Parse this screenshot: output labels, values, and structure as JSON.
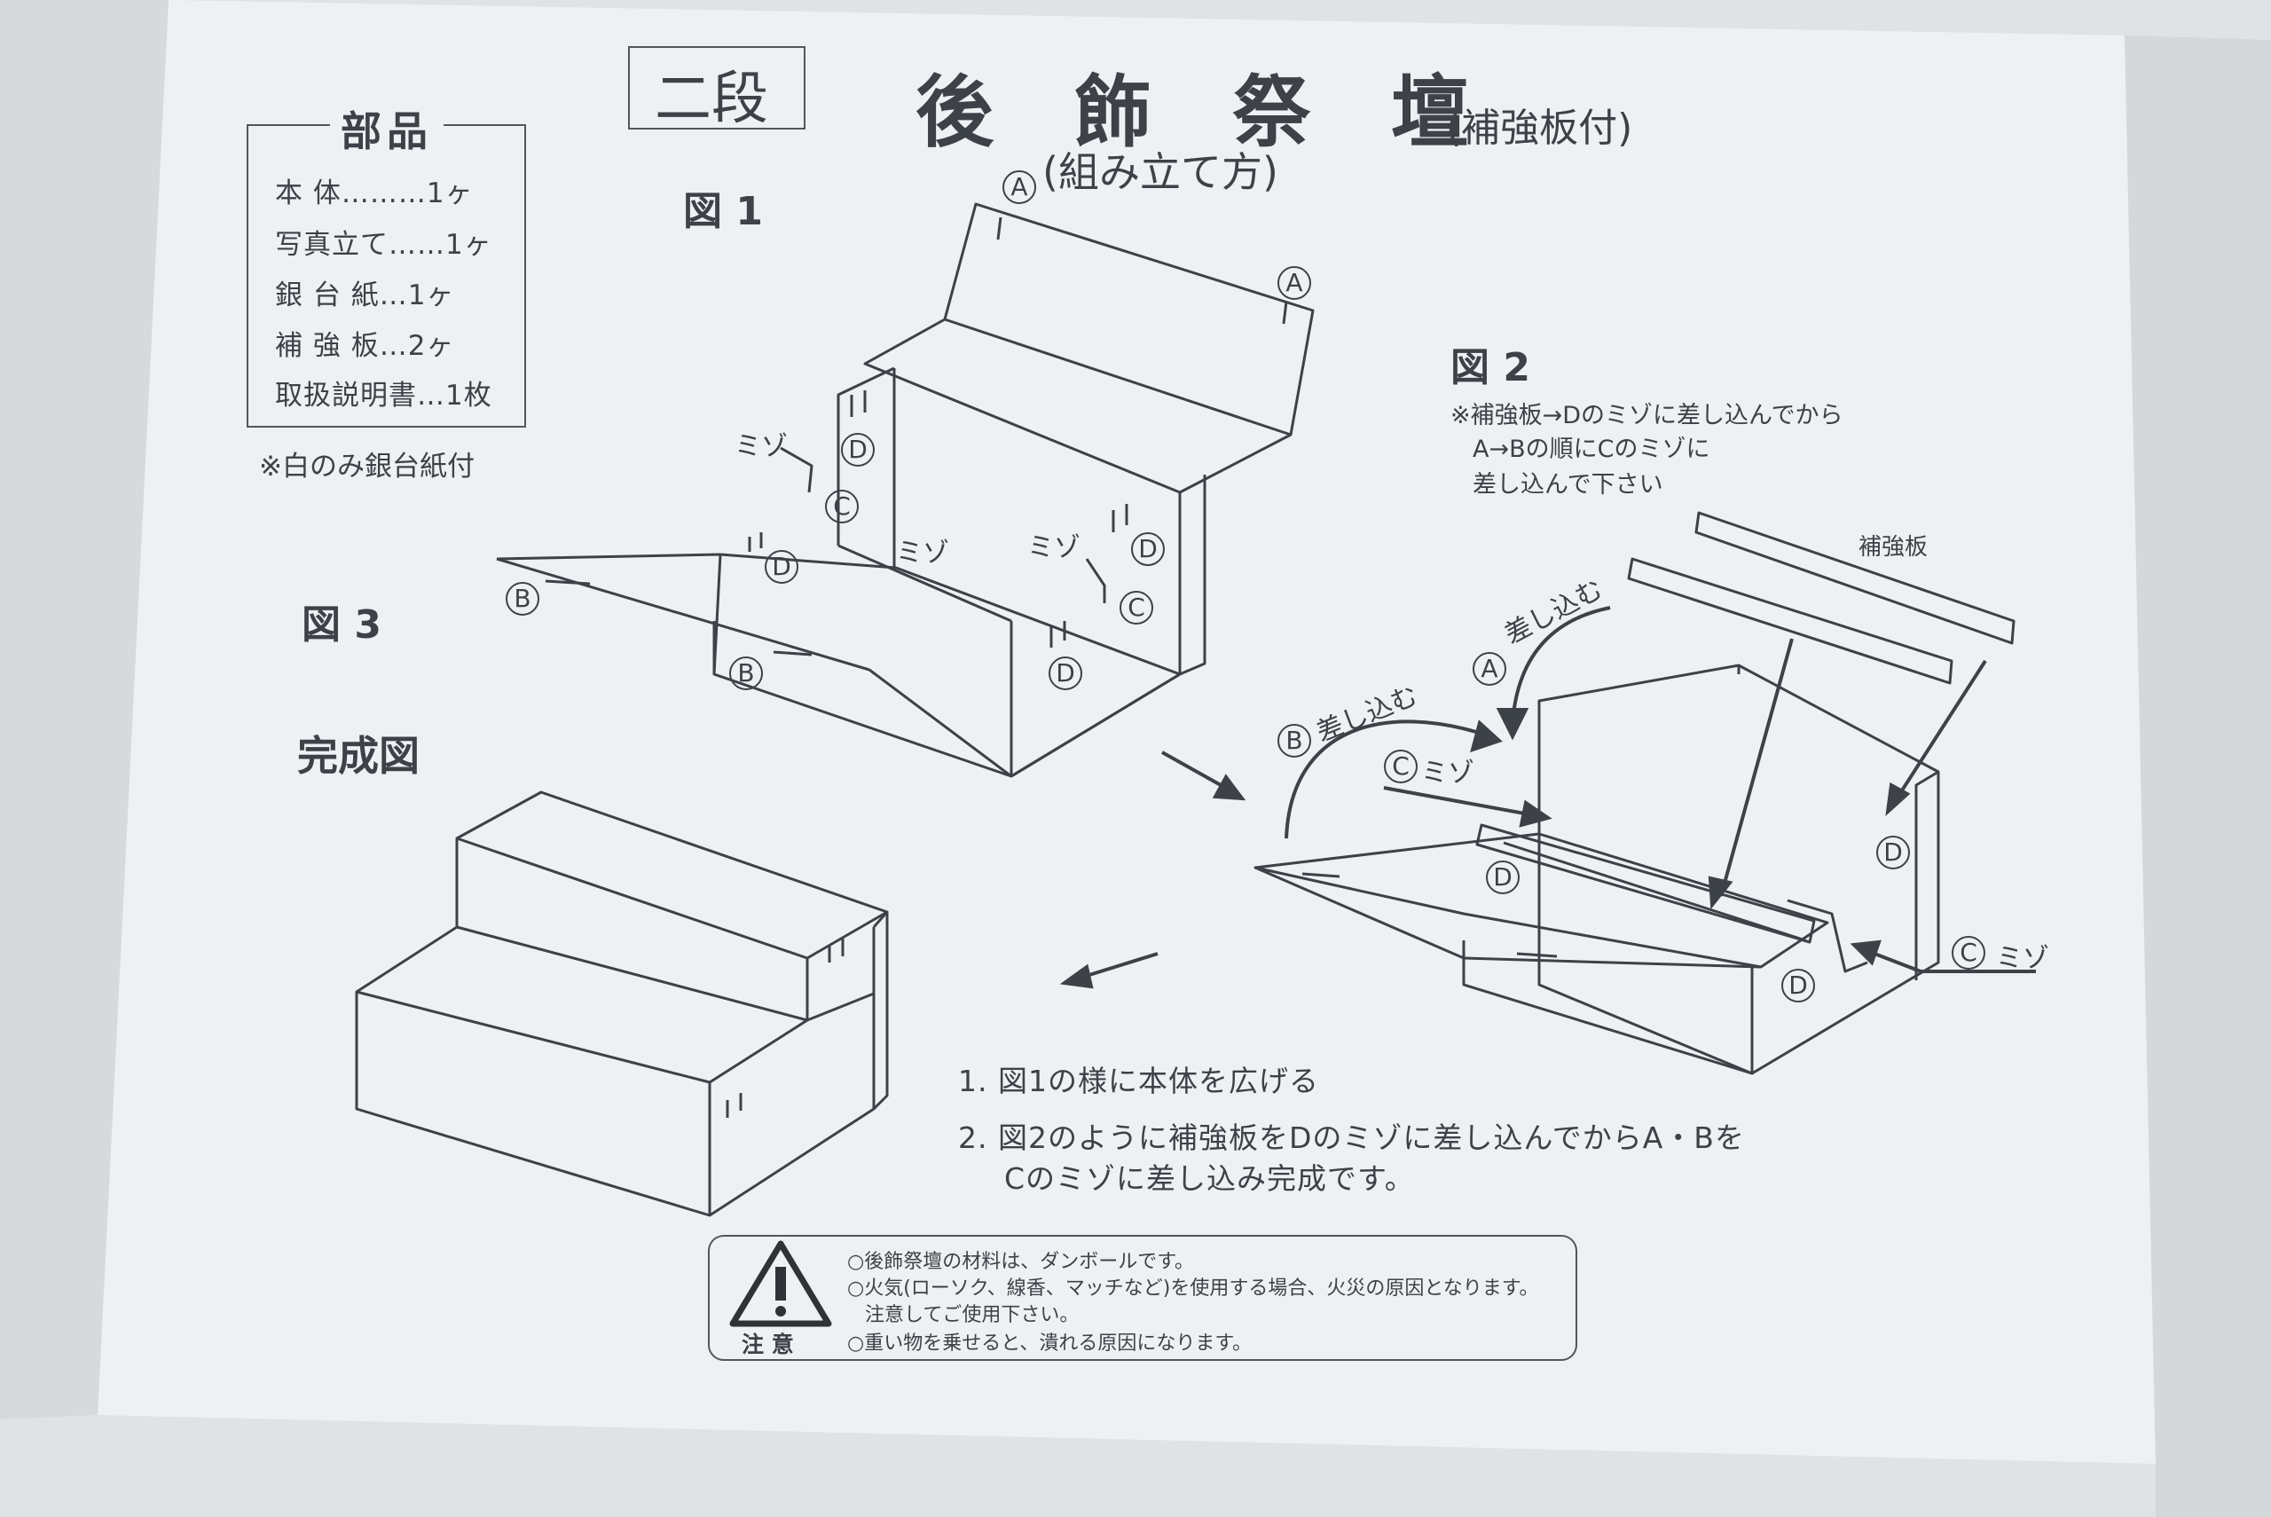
{
  "header": {
    "level_label": "二段",
    "title": "後 飾 祭 壇",
    "title_suffix": "(補強板付)",
    "subtitle": "(組み立て方)"
  },
  "parts": {
    "heading": "部品",
    "items": [
      "本 体………1ヶ",
      "写真立て……1ヶ",
      "銀 台 紙…1ヶ",
      "補 強 板…2ヶ",
      "取扱説明書…1枚"
    ],
    "note": "※白のみ銀台紙付"
  },
  "figures": {
    "fig1_label": "図 1",
    "fig2_label": "図 2",
    "fig2_note": [
      "※補強板→Dのミゾに差し込んでから",
      "A→Bの順にCのミゾに",
      "差し込んで下さい"
    ],
    "fig3_label": "図 3",
    "complete_label": "完成図"
  },
  "fig1_labels": {
    "groove": "ミゾ",
    "A": "A",
    "B": "B",
    "C": "C",
    "D": "D"
  },
  "fig2_labels": {
    "board": "補強板",
    "insert_a": "差し込む",
    "insert_b": "差し込む",
    "groove": "ミゾ",
    "A": "A",
    "B": "B",
    "C": "C",
    "D": "D"
  },
  "instructions": [
    "1. 図1の様に本体を広げる",
    "2. 図2のように補強板をDのミゾに差し込んでからA・Bを",
    "Cのミゾに差し込み完成です。"
  ],
  "caution": {
    "label": "注 意",
    "items": [
      "○後飾祭壇の材料は、ダンボールです。",
      "○火気(ローソク、線香、マッチなど)を使用する場合、火災の原因となります。",
      "注意してご使用下さい。",
      "○重い物を乗せると、潰れる原因になります。"
    ]
  }
}
